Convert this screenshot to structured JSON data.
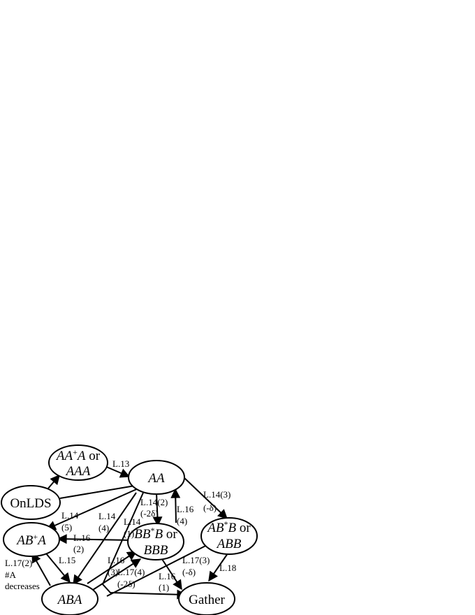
{
  "nodes": {
    "aaa": {
      "line1_it": "AA",
      "line1_sup": "+",
      "line1_it2": "A",
      "line1_plain": " or",
      "line2_it": "AAA"
    },
    "aa": {
      "text": "AA"
    },
    "onlds": {
      "text": "OnLDS"
    },
    "abb": {
      "line1_it": "AB",
      "line1_sup": "*",
      "line1_it2": "B",
      "line1_plain": " or",
      "line2_it": "ABB"
    },
    "aba_plus": {
      "it": "AB",
      "sup": "+",
      "it2": "A"
    },
    "bbb": {
      "line1_it": "BB",
      "line1_sup": "*",
      "line1_it2": "B",
      "line1_plain": " or",
      "line2_it": "BBB"
    },
    "aba": {
      "text": "ABA"
    },
    "gather": {
      "text": "Gather"
    }
  },
  "edge_labels": {
    "l13": "L.13",
    "l14_3": "L.14(3)",
    "l14_3_delta": "(-δ)",
    "l14_2": "L.14(2)",
    "l14_2_delta": "(-2δ)",
    "l16_4": "L.16",
    "l16_4_sub": "(4)",
    "l14_5": "L.14",
    "l14_5_sub": "(5)",
    "l14_4": "L.14",
    "l14_4_sub": "(4)",
    "l14_1": "L.14",
    "l14_1_sub": "(1)",
    "l16_2": "L.16",
    "l16_2_sub": "(2)",
    "l15": "L.15",
    "l17_2": "L.17(2)",
    "l17_2_b": "#A",
    "l17_2_c": "decreases",
    "l16_3": "L.16",
    "l16_3_sub": "(3)",
    "l17_4": "L.17(4)",
    "l17_4_delta": "(-2δ)",
    "l16_1": "L.16",
    "l16_1_sub": "(1)",
    "l17_3": "L.17(3)",
    "l17_3_delta": "(-δ)",
    "l18": "L.18"
  }
}
